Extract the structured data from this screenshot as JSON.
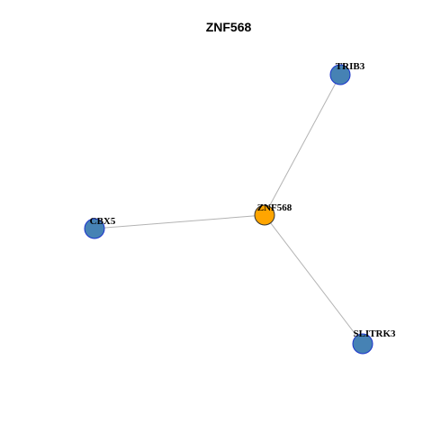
{
  "title": "ZNF568",
  "colors": {
    "center_node": "#ffa500",
    "neighbor_node": "#4682b4",
    "edge": "#b3b3b3"
  },
  "nodes": [
    {
      "id": "ZNF568",
      "label": "ZNF568",
      "role": "center"
    },
    {
      "id": "TRIB3",
      "label": "TRIB3",
      "role": "neighbor"
    },
    {
      "id": "CBX5",
      "label": "CBX5",
      "role": "neighbor"
    },
    {
      "id": "SLITRK3",
      "label": "SLITRK3",
      "role": "neighbor"
    }
  ],
  "edges": [
    {
      "source": "ZNF568",
      "target": "TRIB3"
    },
    {
      "source": "ZNF568",
      "target": "CBX5"
    },
    {
      "source": "ZNF568",
      "target": "SLITRK3"
    }
  ]
}
